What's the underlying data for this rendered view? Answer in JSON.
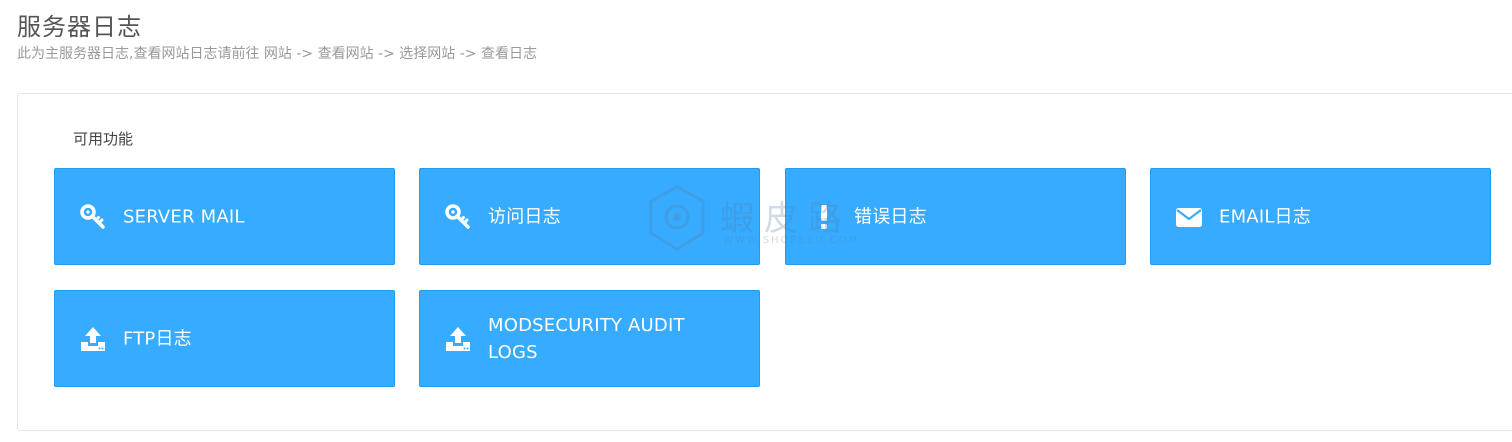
{
  "header": {
    "title": "服务器日志",
    "subtitle": "此为主服务器日志,查看网站日志请前往 网站 -> 查看网站 -> 选择网站 -> 查看日志"
  },
  "panel": {
    "section_label": "可用功能",
    "tiles": [
      {
        "label": "SERVER MAIL",
        "icon": "key-icon"
      },
      {
        "label": "访问日志",
        "icon": "key-icon"
      },
      {
        "label": "错误日志",
        "icon": "exclamation-icon"
      },
      {
        "label": "EMAIL日志",
        "icon": "envelope-icon"
      },
      {
        "label": "FTP日志",
        "icon": "upload-icon"
      },
      {
        "label": "MODSECURITY AUDIT LOGS",
        "icon": "upload-icon"
      }
    ]
  },
  "watermark": {
    "text": "蝦皮路",
    "url": "WWW.SHOPEEO.COM"
  },
  "colors": {
    "tile_bg": "#36abff",
    "tile_border": "#1f9bf0",
    "title": "#555555",
    "subtitle": "#999999"
  }
}
